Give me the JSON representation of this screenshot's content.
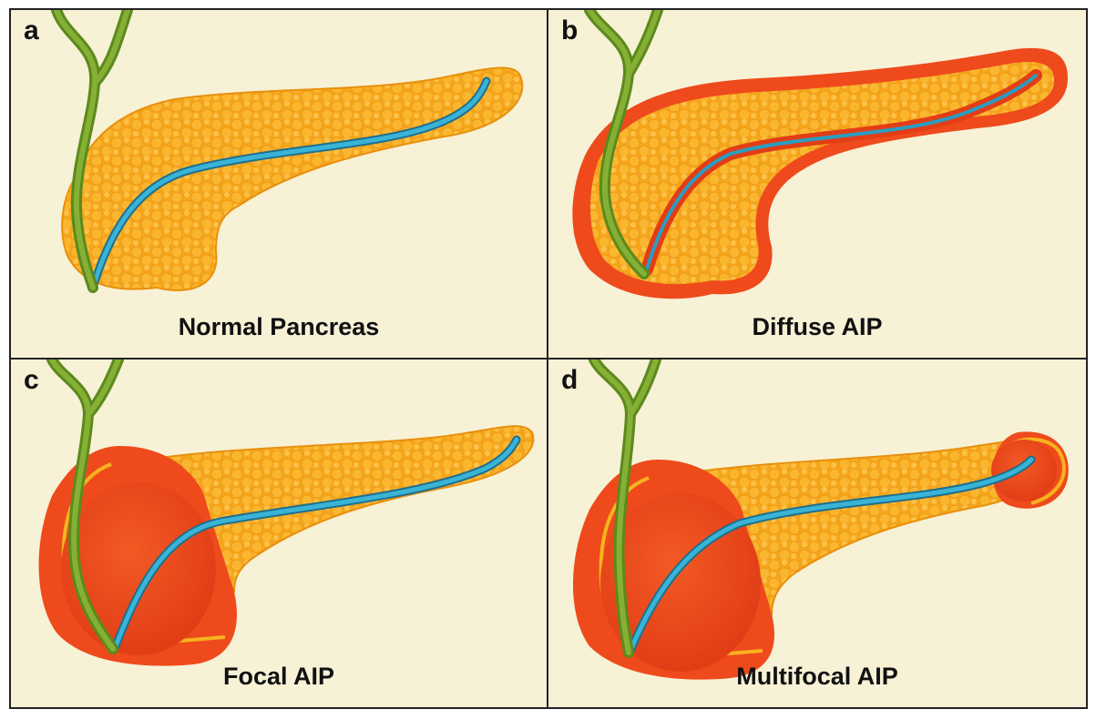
{
  "panels": [
    {
      "letter": "a",
      "caption": "Normal Pancreas"
    },
    {
      "letter": "b",
      "caption": "Diffuse AIP"
    },
    {
      "letter": "c",
      "caption": "Focal AIP"
    },
    {
      "letter": "d",
      "caption": "Multifocal AIP"
    }
  ],
  "colors": {
    "background": "#f7f1d6",
    "pancreas": "#f6a61c",
    "pancreas_highlight": "#fdc94a",
    "inflammation": "#ee4a1c",
    "inflammation_rim": "#f7b21e",
    "duct": "#2a9dc0",
    "bile_duct": "#6e9a24"
  }
}
